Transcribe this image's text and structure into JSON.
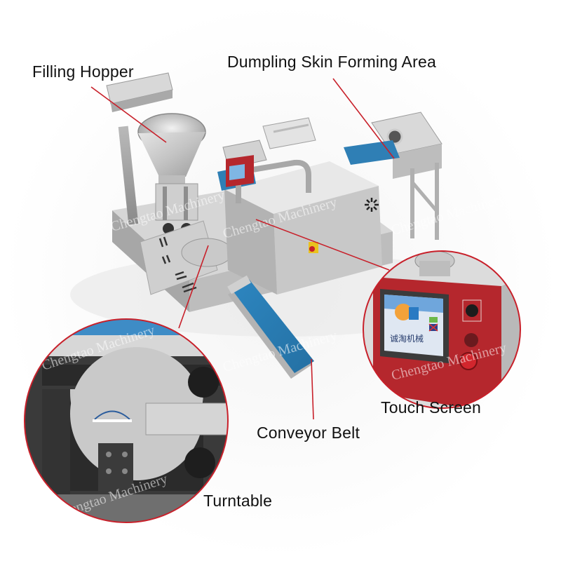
{
  "diagram": {
    "subject": "Dumpling making machine",
    "accent_color": "#c8202a",
    "belt_color": "#2f7fb5",
    "panel_color": "#b5272d",
    "watermark": "Chengtao Machinery",
    "callouts": [
      {
        "id": "filling-hopper",
        "label": "Filling Hopper"
      },
      {
        "id": "skin-forming",
        "label": "Dumpling Skin Forming Area"
      },
      {
        "id": "touch-screen",
        "label": "Touch Screen"
      },
      {
        "id": "conveyor-belt",
        "label": "Conveyor Belt"
      },
      {
        "id": "turntable",
        "label": "Turntable"
      }
    ],
    "screen": {
      "brand_text": "诚淘机械",
      "language_flag": "uk-flag-icon"
    }
  }
}
